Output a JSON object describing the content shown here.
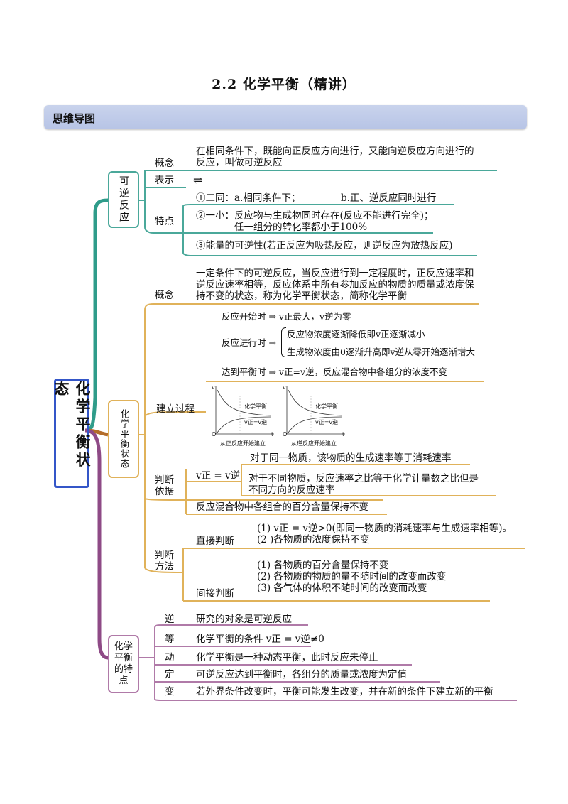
{
  "title": "2.2   化学平衡（精讲）",
  "banner": "思维导图",
  "root": "化学平衡状态",
  "b1": {
    "label": "可逆反应",
    "concept_label": "概念",
    "concept_text": [
      "在相同条件下，既能向正反应方向进行，又能向逆反应方向进行的",
      "反应，叫做可逆反应"
    ],
    "symbol_label": "表示",
    "symbol": "⇌",
    "feature_label": "特点",
    "f1a": "①二同：a.相同条件下；",
    "f1b": "b.正、逆反应同时进行",
    "f2": [
      "②一小：反应物与生成物同时存在(反应不能进行完全)；",
      "任一组分的转化率都小于100%"
    ],
    "f3": "③能量的可逆性(若正反应为吸热反应，则逆反应为放热反应)"
  },
  "b2": {
    "label": "化学平衡状态",
    "concept_label": "概念",
    "concept_text": [
      "一定条件下的可逆反应，当反应进行到一定程度时，正反应速率和",
      "逆反应速率相等，反应体系中所有参加反应的物质的质量或浓度保",
      "持不变的状态，称为化学平衡状态，简称化学平衡"
    ],
    "process_label": "建立过程",
    "p1": "反应开始时 ⇒ v正最大，v逆为零",
    "p2_lead": "反应进行时 ⇒",
    "p2a": "反应物浓度逐渐降低即v正逐渐减小",
    "p2b": "生成物浓度由0逐渐升高即v逆从零开始逐渐增大",
    "p3": "达到平衡时 ⇒ v正=v逆，反应混合物中各组分的浓度不变",
    "graph1_caption": "从正反应开始建立",
    "graph2_caption": "从逆反应开始建立",
    "graph_inner": "化学平衡",
    "graph_eq": "v正=v逆",
    "graph_v": "v",
    "graph_zero": "O",
    "graph_t": "t",
    "basis_label": "判断依据",
    "basis_eq": "v正 = v逆",
    "basis1": "对于同一物质，该物质的生成速率等于消耗速率",
    "basis2": [
      "对于不同物质，反应速率之比等于化学计量数之比但是",
      "不同方向的反应速率"
    ],
    "basis3": "反应混合物中各组合的百分含量保持不变",
    "method_label": "判断方法",
    "direct_label": "直接判断",
    "d1": "(1)   v正 = v逆>0(即同一物质的消耗速率与生成速率相等)。",
    "d2": "(2 )各物质的浓度保持不变",
    "indirect_label": "间接判断",
    "i1": "(1)  各物质的百分含量保持不变",
    "i2": "(2)  各物质的物质的量不随时间的改变而改变",
    "i3": "(3)  各气体的体积不随时间的改变而改变"
  },
  "b3": {
    "label": "化学平衡的特点",
    "items": [
      {
        "k": "逆",
        "v": "研究的对象是可逆反应"
      },
      {
        "k": "等",
        "v": "化学平衡的条件 v正 = v逆≠0"
      },
      {
        "k": "动",
        "v": "化学平衡是一种动态平衡，此时反应未停止"
      },
      {
        "k": "定",
        "v": "可逆反应达到平衡时，各组分的质量或浓度为定值"
      },
      {
        "k": "变",
        "v": "若外界条件改变时，平衡可能发生改变，并在新的条件下建立新的平衡"
      }
    ]
  }
}
